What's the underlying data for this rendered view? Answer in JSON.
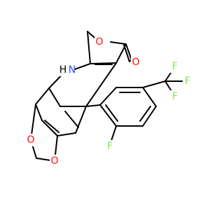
{
  "structure": {
    "atoms": [
      {
        "id": "O_lactone",
        "symbol": "O",
        "color": "#ff0d0d"
      },
      {
        "id": "O_carbonyl",
        "symbol": "O",
        "color": "#ff0d0d"
      },
      {
        "id": "NH",
        "symbol": "H",
        "symbol2": "N",
        "color": "#000000",
        "color2": "#3050f8"
      },
      {
        "id": "O_dioxole_top",
        "symbol": "O",
        "color": "#ff0d0d"
      },
      {
        "id": "O_dioxole_bottom",
        "symbol": "O",
        "color": "#ff0d0d"
      },
      {
        "id": "F_aryl",
        "symbol": "F",
        "color": "#90e050"
      },
      {
        "id": "F_cf3_top",
        "symbol": "F",
        "color": "#90e050"
      },
      {
        "id": "F_cf3_right",
        "symbol": "F",
        "color": "#90e050"
      },
      {
        "id": "F_cf3_bottom",
        "symbol": "F",
        "color": "#90e050"
      }
    ],
    "bond_color": "#000000"
  }
}
